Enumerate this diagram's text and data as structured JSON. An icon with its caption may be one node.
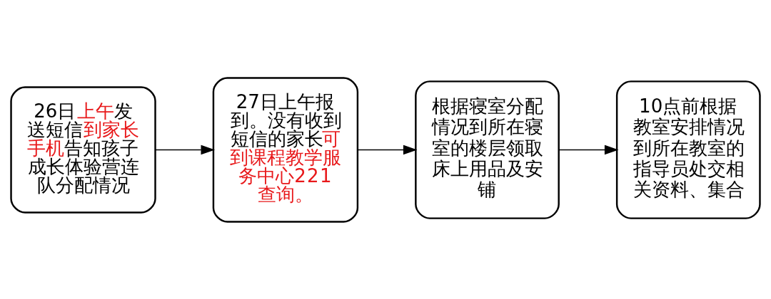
{
  "diagram": {
    "nodes": [
      {
        "text": [
          "26日上午发送短信到家长手机告知孩子成长体验营连队分配情况"
        ]
      },
      {
        "text": [
          "27日上午报到。没有收到短信的家长可到课程教学服务中心221查询。"
        ]
      },
      {
        "text": [
          "根据寝室分配情况到所在寝室的楼层领取床上用品及安铺"
        ]
      },
      {
        "text": [
          "10点前根据教室安排情况到所在教室的指导员处交相关资料、集合"
        ]
      }
    ],
    "edges": [
      {
        "from": 0,
        "to": 1,
        "arrow": "to"
      },
      {
        "from": 1,
        "to": 2,
        "arrow": "to"
      },
      {
        "from": 2,
        "to": 3,
        "arrow": "to"
      }
    ]
  }
}
